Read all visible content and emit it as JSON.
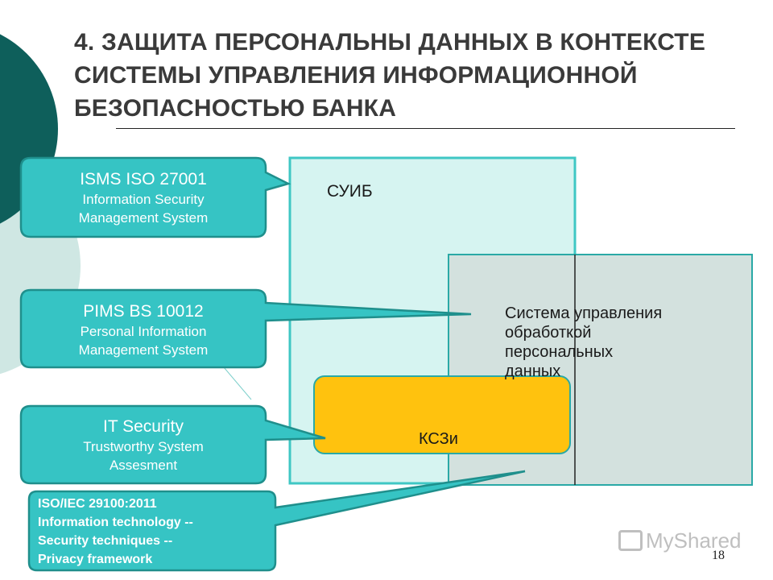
{
  "title": "4. ЗАЩИТА ПЕРСОНАЛЬНЫ ДАННЫХ В КОНТЕКСТЕ СИСТЕМЫ УПРАВЛЕНИЯ ИНФОРМАЦИОННОЙ БЕЗОПАСНОСТЬЮ БАНКА",
  "diagram": {
    "suib_label": "СУИБ",
    "pdms_label": "Система управления обработкой персональных данных",
    "kszi_label": "КСЗи"
  },
  "callouts": {
    "isms": {
      "head": "ISMS ISO 27001",
      "line1": "Information Security",
      "line2": "Management System"
    },
    "pims": {
      "head": "PIMS BS 10012",
      "line1": "Personal Information",
      "line2": "Management System"
    },
    "its": {
      "head": "IT Security",
      "line1": "Trustworthy System",
      "line2": "Assesment"
    },
    "iso": {
      "line1": "ISO/IEC 29100:2011",
      "line2": "Information technology --",
      "line3": "Security techniques --",
      "line4": "Privacy framework"
    }
  },
  "slide_number": "18",
  "watermark": "MyShared",
  "colors": {
    "teal": "#36c4c4",
    "teal_border": "#1f8f8c",
    "dark_teal": "#0e5f5b",
    "light_teal": "#cfe9e5",
    "outer_box_fill": "#d6f4f1",
    "outer_box_border": "#3fc7c4",
    "inner_box_fill": "#d3e1de",
    "inner_box_border": "#2aa9a6",
    "kszi_fill": "#ffc20e",
    "kszi_border": "#2aa9a6"
  }
}
